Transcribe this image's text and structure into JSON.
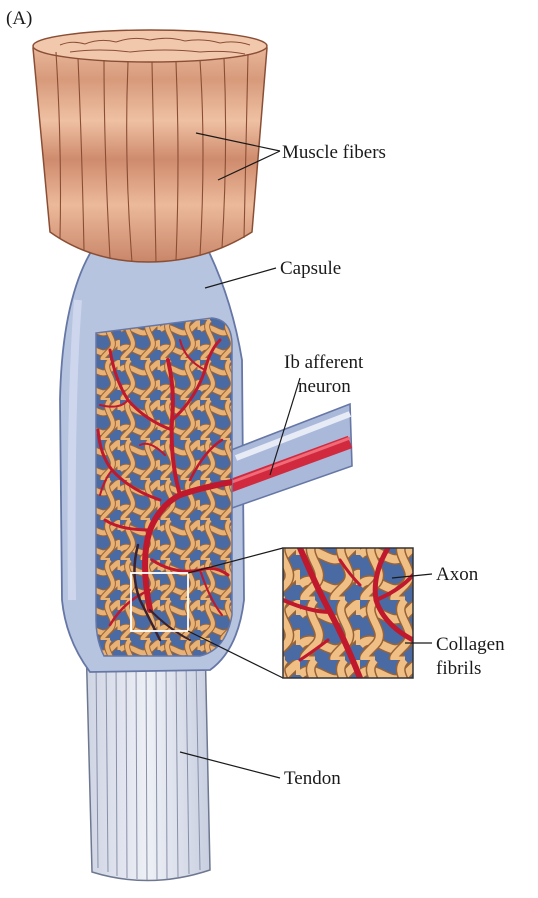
{
  "panel_label": "(A)",
  "labels": {
    "muscle_fibers": "Muscle fibers",
    "capsule": "Capsule",
    "afferent_line1": "Ib afferent",
    "afferent_line2": "neuron",
    "axon": "Axon",
    "collagen_line1": "Collagen",
    "collagen_line2": "fibrils",
    "tendon": "Tendon"
  },
  "colors": {
    "muscle": "#e2a889",
    "muscle_band": "#c9866a",
    "capsule": "#b7c4e0",
    "capsule_edge": "#8293bf",
    "collagen": "#e8b277",
    "collagen_edge": "#9a6334",
    "interior": "#4a6aa3",
    "axon": "#d12a3e",
    "tendon": "#dfe3ee"
  }
}
